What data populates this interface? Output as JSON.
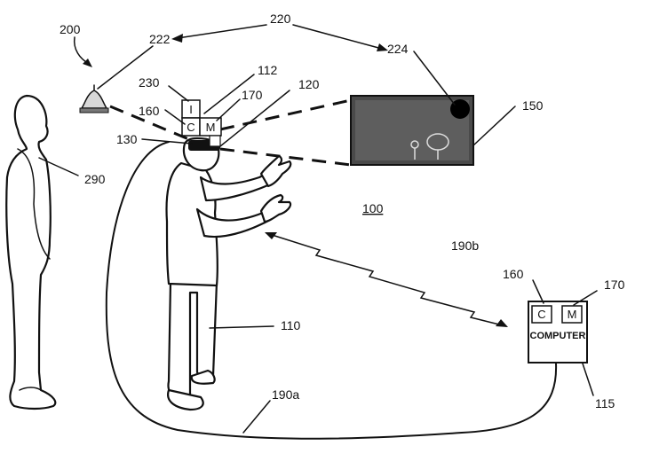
{
  "labels": {
    "l200": "200",
    "l220": "220",
    "l222": "222",
    "l224": "224",
    "l230": "230",
    "l112": "112",
    "l170a": "170",
    "l120": "120",
    "l160a": "160",
    "l130": "130",
    "l150": "150",
    "l290": "290",
    "l100": "100",
    "l190b": "190b",
    "l160b": "160",
    "l170b": "170",
    "l110": "110",
    "l190a": "190a",
    "l115": "115"
  },
  "headset": {
    "top_letter": "I",
    "left_letter": "C",
    "right_letter": "M"
  },
  "computer": {
    "c_letter": "C",
    "m_letter": "M",
    "title": "COMPUTER"
  }
}
